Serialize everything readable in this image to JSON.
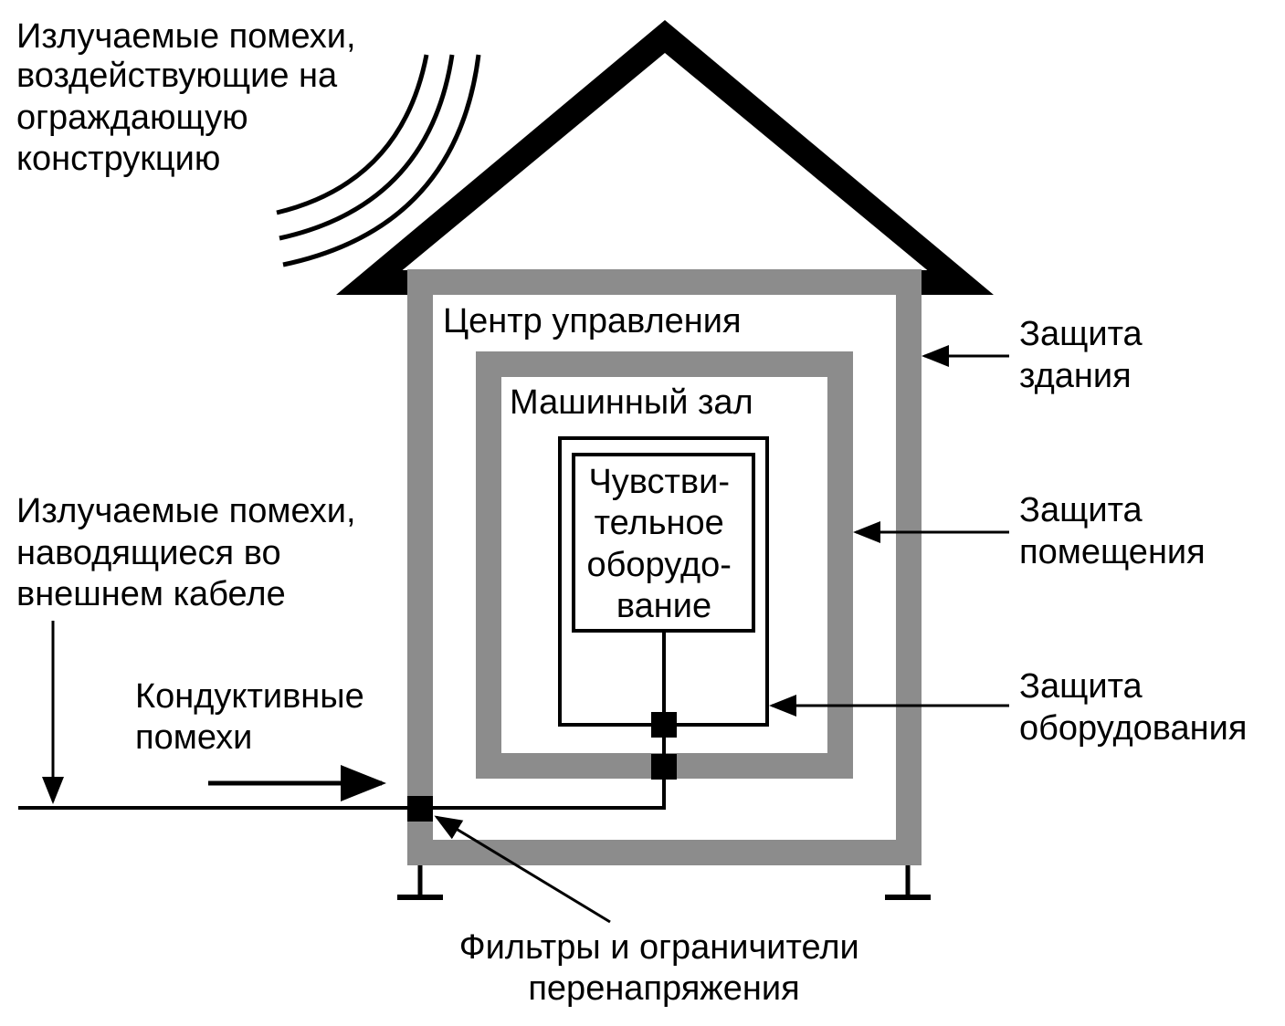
{
  "labels": {
    "radiated_structure": [
      "Излучаемые помехи,",
      "воздействующие на",
      "ограждающую",
      "конструкцию"
    ],
    "radiated_cable": [
      "Излучаемые помехи,",
      "наводящиеся во",
      "внешнем кабеле"
    ],
    "conducted": [
      "Кондуктивные",
      "помехи"
    ],
    "control_center": "Центр управления",
    "machine_room": "Машинный зал",
    "sensitive_equipment": [
      "Чувстви-",
      "тельное",
      "оборудо-",
      "вание"
    ],
    "building_protection": [
      "Защита",
      "здания"
    ],
    "room_protection": [
      "Защита",
      "помещения"
    ],
    "equipment_protection": [
      "Защита",
      "оборудования"
    ],
    "filters": [
      "Фильтры и ограничители",
      "перенапряжения"
    ]
  },
  "colors": {
    "shield_gray": "#8c8c8c",
    "line": "#000000",
    "background": "#ffffff"
  }
}
